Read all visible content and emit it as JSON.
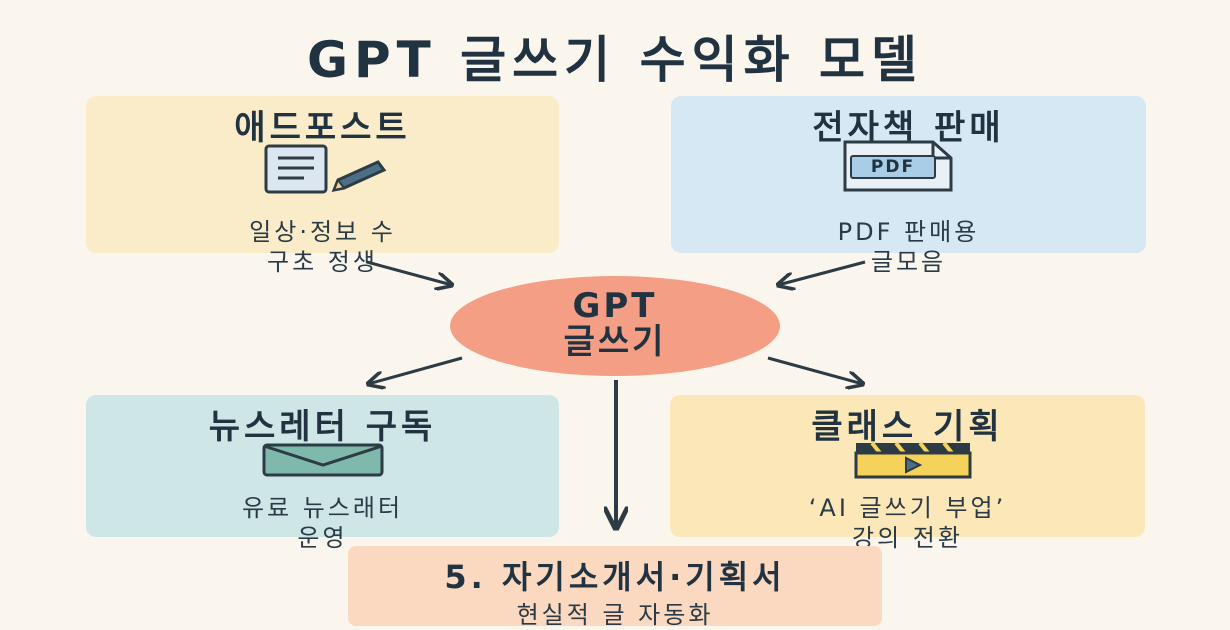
{
  "title": "GPT 글쓰기 수익화 모델",
  "center": {
    "line1": "GPT",
    "line2": "글쓰기"
  },
  "adpost": {
    "heading": "애드포스트",
    "line1": "일상·정보 수",
    "line2": "구초 정생",
    "icon": "document-pencil-icon"
  },
  "ebook": {
    "heading": "전자책 판매",
    "line1": "PDF 판매용",
    "line2": "글모음",
    "icon_text": "PDF",
    "icon": "pdf-file-icon"
  },
  "newsletter": {
    "heading": "뉴스레터 구독",
    "line1": "유료 뉴스래터",
    "line2": "운영",
    "icon": "envelope-icon"
  },
  "klass": {
    "heading": "클래스 기획",
    "line1": "‘AI 글쓰기 부업’",
    "line2": "강의 전환",
    "icon": "clapperboard-icon"
  },
  "resume": {
    "heading": "5. 자기소개서·기획서",
    "line1": "현실적 글 자동화"
  },
  "colors": {
    "adpost": "#fbecc9",
    "ebook": "#d5e8f3",
    "newsletter": "#cfe6e6",
    "klass": "#fbe7b8",
    "resume": "#fbd8c0",
    "center": "#f39e85",
    "arrow": "#2d3b45"
  }
}
